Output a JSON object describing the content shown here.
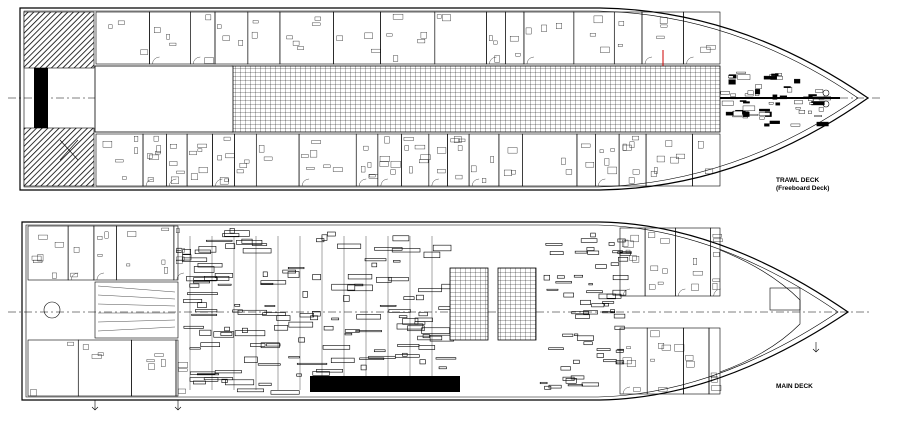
{
  "trawl_deck": {
    "title_line1": "TRAWL DECK",
    "title_line2": "(Freeboard Deck)"
  },
  "main_deck": {
    "title": "MAIN DECK"
  },
  "colors": {
    "ink": "#000000",
    "paper": "#ffffff",
    "accent_mark": "#cc0000"
  }
}
